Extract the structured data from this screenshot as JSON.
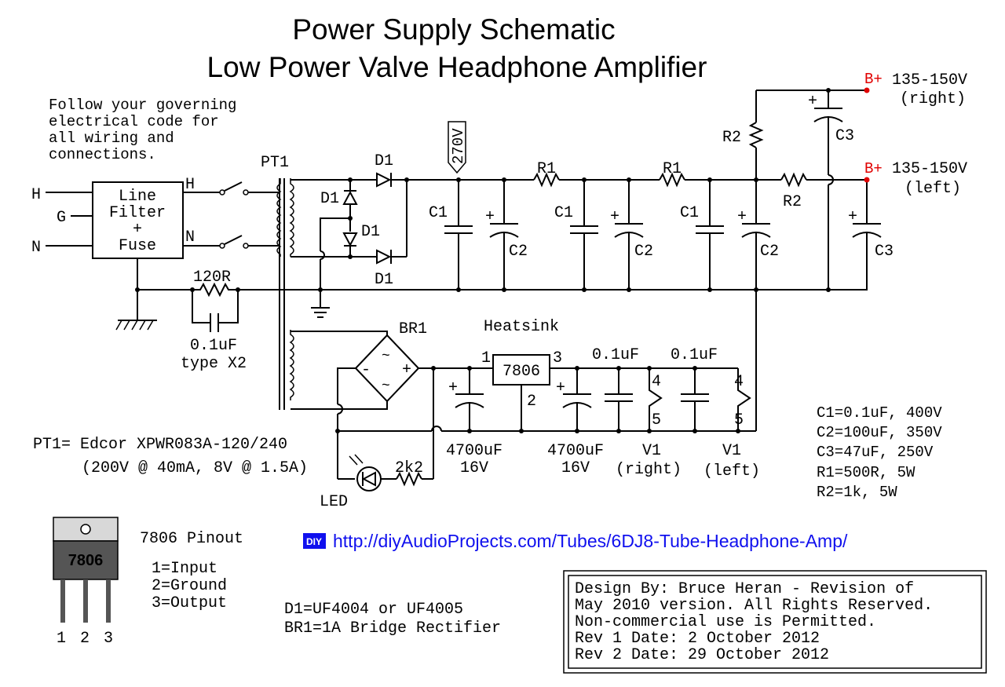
{
  "title_line1": "Power Supply Schematic",
  "title_line2": "Low Power Valve Headphone Amplifier",
  "code_note": [
    "Follow your governing",
    "electrical code for",
    "all wiring and",
    "connections."
  ],
  "mains": {
    "h": "H",
    "g": "G",
    "n": "N",
    "switch_h": "H",
    "switch_n": "N"
  },
  "line_filter": [
    "Line",
    "Filter",
    "+",
    "Fuse"
  ],
  "pt1_label": "PT1",
  "ground_resistor": "120R",
  "ground_cap": [
    "0.1uF",
    "type X2"
  ],
  "pt1_spec": [
    "PT1= Edcor XPWR083A-120/240",
    "(200V @ 40mA, 8V @ 1.5A)"
  ],
  "hv": {
    "d1": "D1",
    "voltage_flag": "270V",
    "r1": "R1",
    "r2": "R2",
    "c1": "C1",
    "c2": "C2",
    "c3": "C3",
    "plus": "+",
    "bplus": "B+",
    "right_voltage": "135-150V",
    "right_label": "(right)",
    "left_voltage": "135-150V",
    "left_label": "(left)"
  },
  "lv": {
    "br1": "BR1",
    "heatsink": "Heatsink",
    "regulator": "7806",
    "pin1": "1",
    "pin2": "2",
    "pin3": "3",
    "cap_big": "4700uF",
    "cap_big_v": "16V",
    "cap_small": "0.1uF",
    "pin4": "4",
    "pin5": "5",
    "v1": "V1",
    "v1_right": "(right)",
    "v1_left": "(left)",
    "led_r": "2k2",
    "led": "LED"
  },
  "parts_list": [
    "C1=0.1uF, 400V",
    "C2=100uF, 350V",
    "C3=47uF, 250V",
    "R1=500R, 5W",
    "R2=1k, 5W"
  ],
  "pinout": {
    "title": "7806 Pinout",
    "chip": "7806",
    "lines": [
      "1=Input",
      "2=Ground",
      "3=Output"
    ],
    "pins": [
      "1",
      "2",
      "3"
    ]
  },
  "diode_notes": [
    "D1=UF4004 or UF4005",
    "BR1=1A Bridge Rectifier"
  ],
  "url_badge": "DIY",
  "url": "http://diyAudioProjects.com/Tubes/6DJ8-Tube-Headphone-Amp/",
  "credits": [
    "Design By: Bruce Heran - Revision of",
    "May 2010 version.  All Rights Reserved.",
    "Non-commercial use is Permitted.",
    "Rev 1 Date:  2 October 2012",
    "Rev 2 Date: 29 October 2012"
  ],
  "colors": {
    "accent_red": "#e00000",
    "link_blue": "#1010ee",
    "chip_dark": "#555555",
    "chip_light": "#d8d8d8"
  }
}
